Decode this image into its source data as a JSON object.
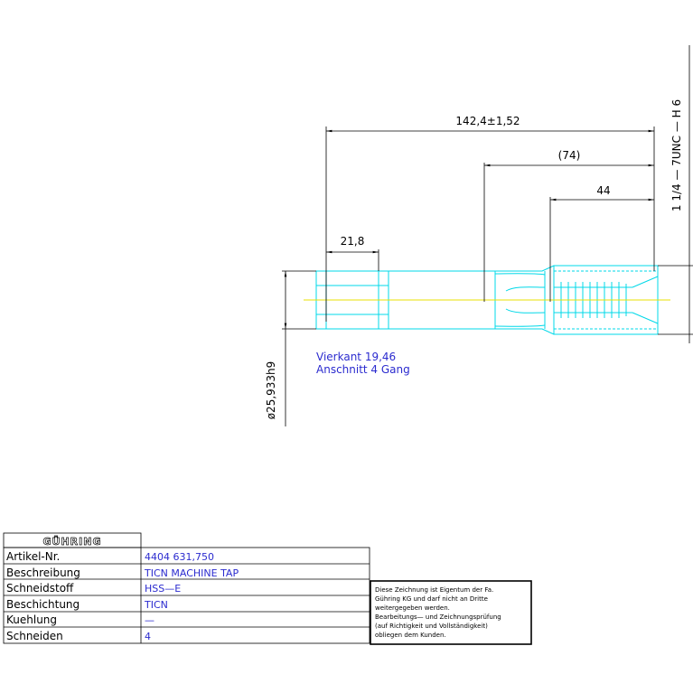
{
  "dimensions": {
    "total_length": "142,4±1,52",
    "length_74": "(74)",
    "length_44": "44",
    "square_length": "21,8",
    "shank_diameter": "ø25,933h9",
    "thread": "1  1/4  —  7UNC  —  H 6"
  },
  "notes": {
    "square": "Vierkant 19,46",
    "chamfer": "Anschnitt 4 Gang"
  },
  "title_block": {
    "logo": "GÜHRING",
    "rows": [
      {
        "label": "Artikel-Nr.",
        "value": "4404 631,750"
      },
      {
        "label": "Beschreibung",
        "value": "TICN MACHINE TAP"
      },
      {
        "label": "Schneidstoff",
        "value": "HSS—E"
      },
      {
        "label": "Beschichtung",
        "value": "TICN"
      },
      {
        "label": "Kuehlung",
        "value": "—"
      },
      {
        "label": "Schneiden",
        "value": "4"
      }
    ]
  },
  "copyright_note": [
    "Diese Zeichnung ist Eigentum der Fa.",
    "Gühring KG und darf nicht an Dritte",
    "weitergegeben werden.",
    "Bearbeitungs— und Zeichnungsprüfung",
    "(auf Richtigkeit und Vollständigkeit)",
    "obliegen dem Kunden."
  ],
  "colors": {
    "outline": "#00d8e8",
    "centerline": "#e8e000",
    "dimension": "#000000",
    "annotation": "#2b2bcf"
  }
}
